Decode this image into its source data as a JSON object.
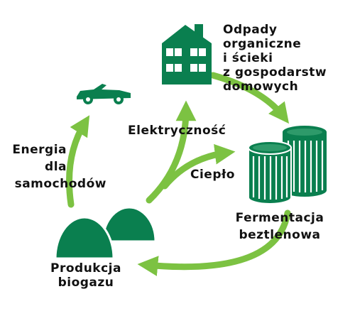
{
  "diagram": {
    "colors": {
      "dark_green": "#0a7f4f",
      "arrow_green": "#7cc242",
      "text": "#111111",
      "background": "#ffffff"
    },
    "icons": {
      "house": "house-icon",
      "car": "car-icon",
      "tanks": "fermentation-tanks-icon",
      "domes": "biogas-domes-icon"
    },
    "labels": {
      "waste_lines": [
        "Odpady",
        "organiczne",
        "i ścieki",
        "z gospodarstw",
        "domowych"
      ],
      "electricity": "Elektryczność",
      "heat": "Ciepło",
      "energy_lines": [
        "Energia",
        "dla",
        "samochodów"
      ],
      "fermentation_lines": [
        "Fermentacja",
        "beztlenowa"
      ],
      "biogas_lines": [
        "Produkcja",
        "biogazu"
      ]
    }
  }
}
